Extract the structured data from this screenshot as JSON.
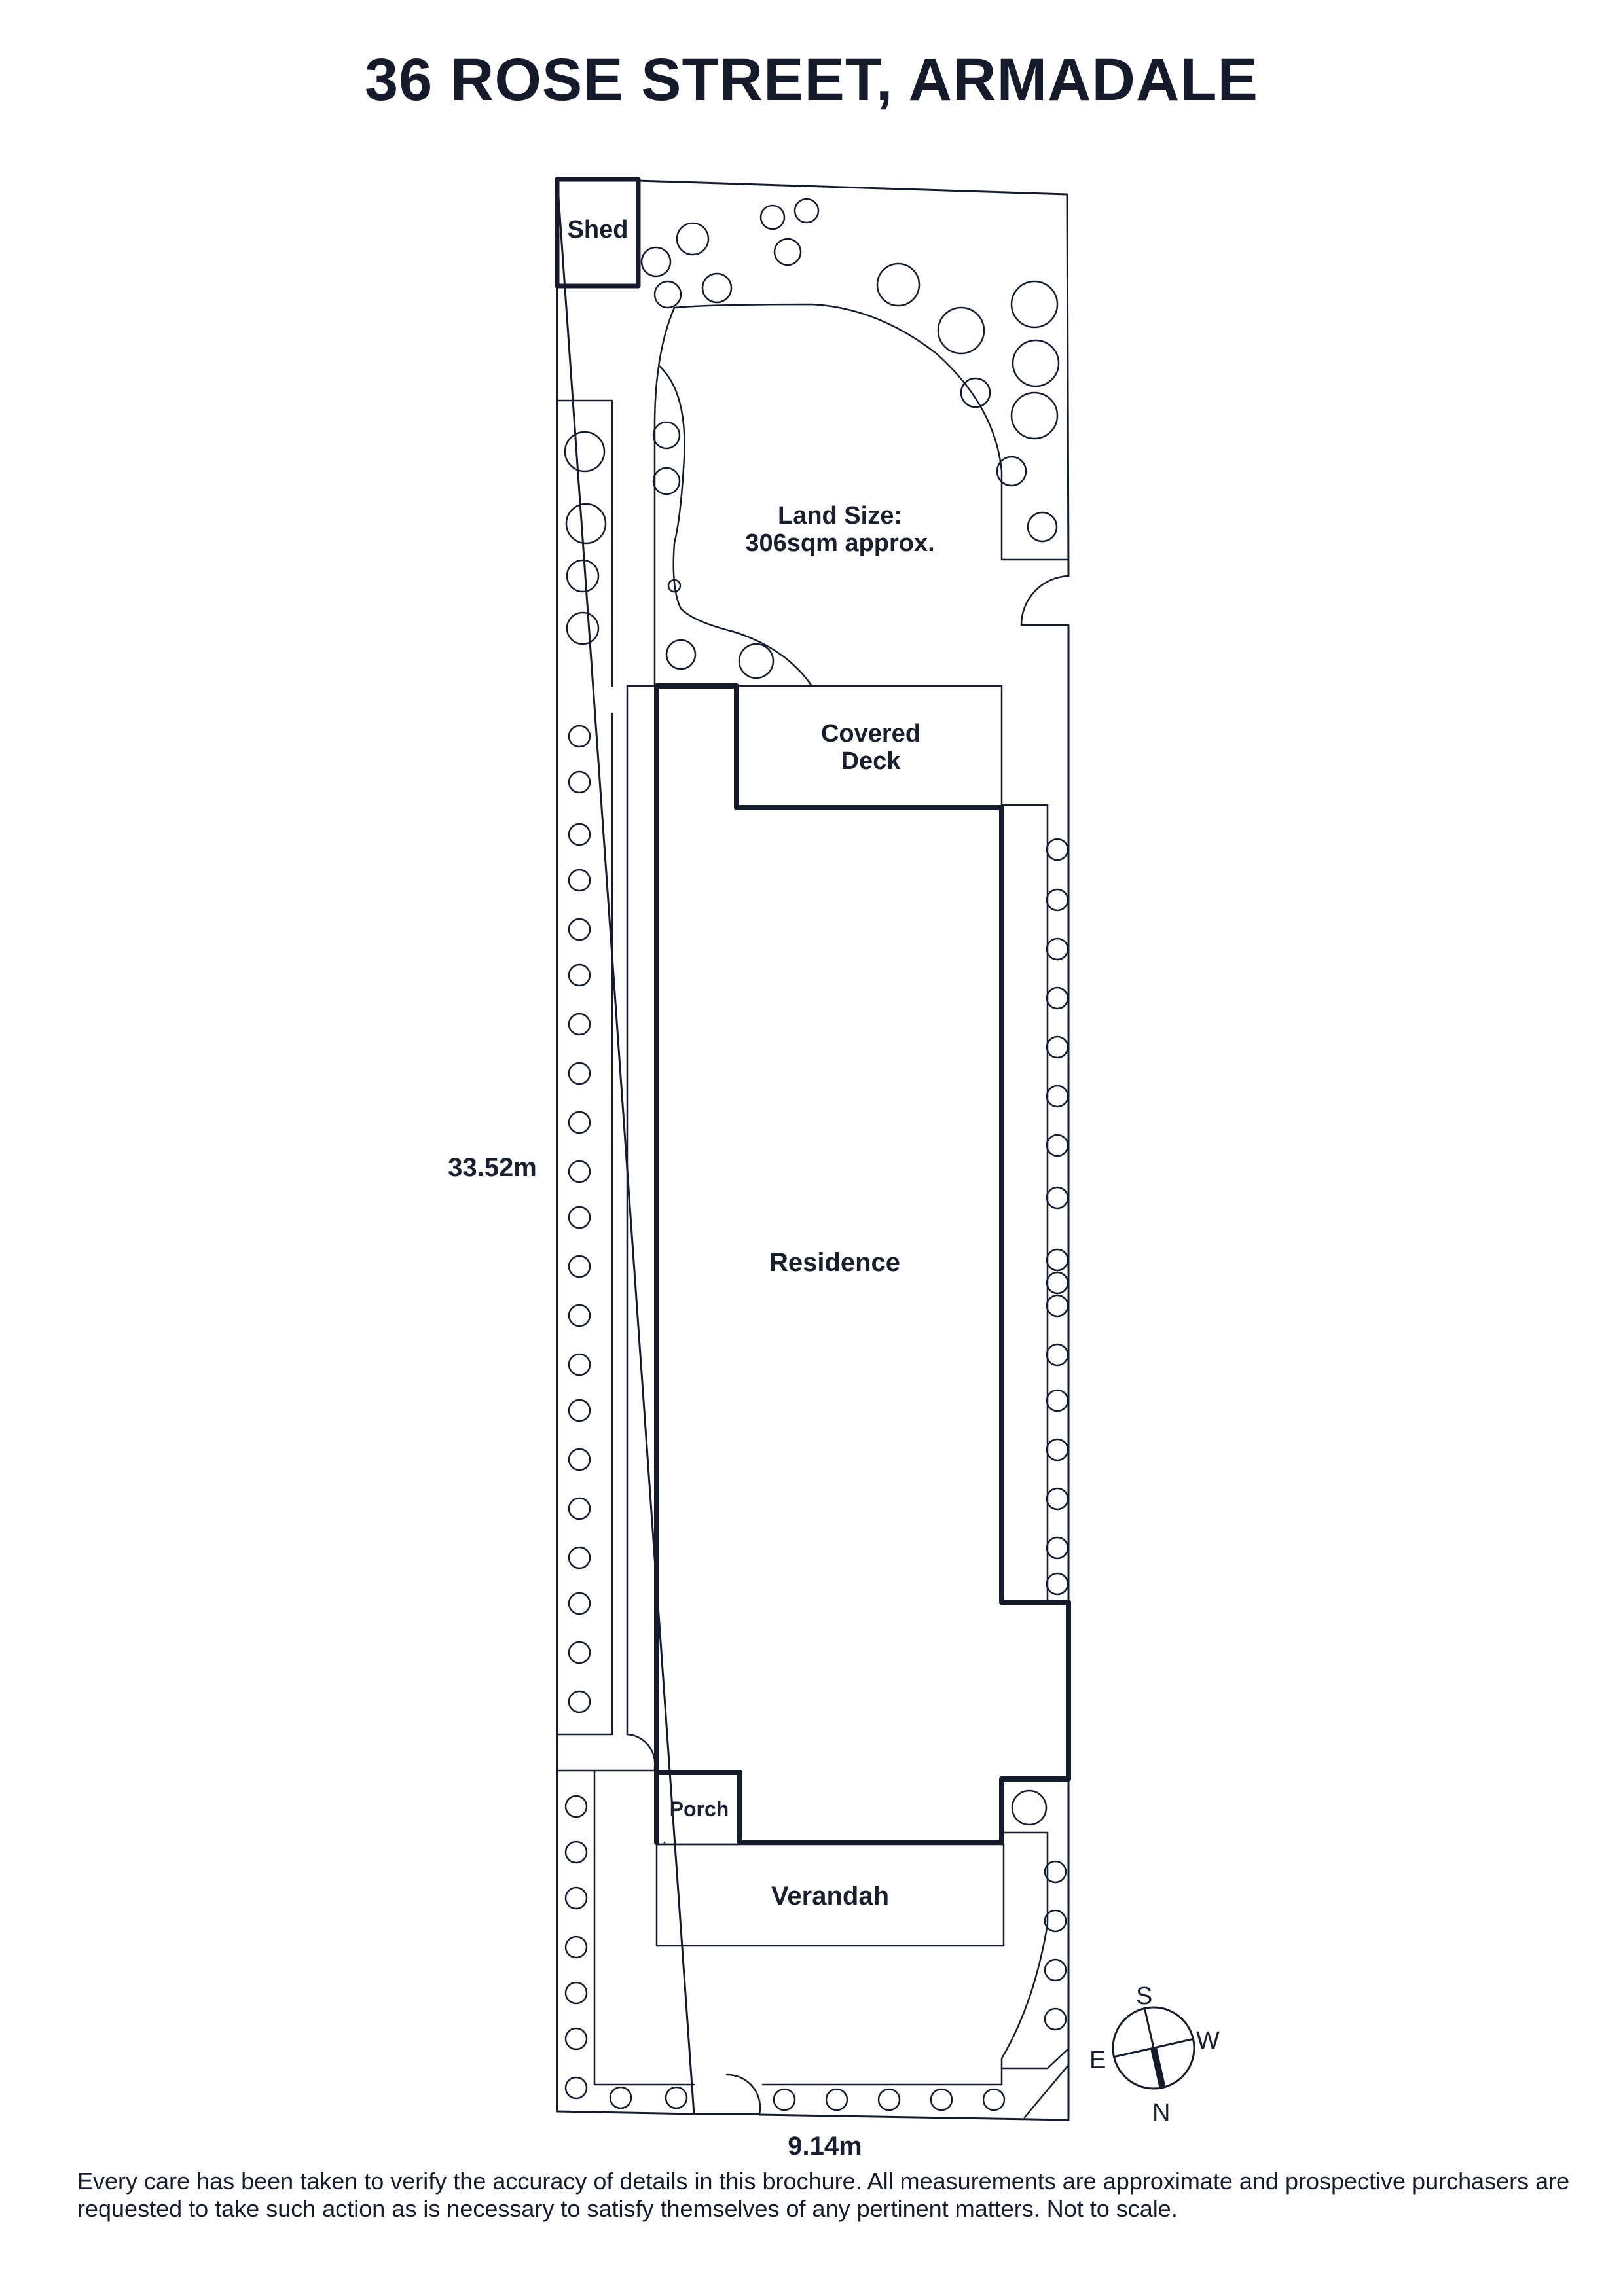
{
  "title": "36 ROSE STREET, ARMADALE",
  "labels": {
    "shed": "Shed",
    "land_size_line1": "Land Size:",
    "land_size_line2": "306sqm approx.",
    "covered_deck_line1": "Covered",
    "covered_deck_line2": "Deck",
    "residence": "Residence",
    "porch": "Porch",
    "verandah": "Verandah"
  },
  "dimensions": {
    "depth": "33.52m",
    "width": "9.14m"
  },
  "compass": {
    "north": "N",
    "south": "S",
    "east": "E",
    "west": "W"
  },
  "disclaimer": "Every care has been taken to verify the accuracy of details in this brochure. All measurements are approximate and prospective purchasers are requested to take such action as is necessary to satisfy themselves of any pertinent matters. Not to scale.",
  "colors": {
    "ink": "#161b2b",
    "background": "#ffffff"
  }
}
